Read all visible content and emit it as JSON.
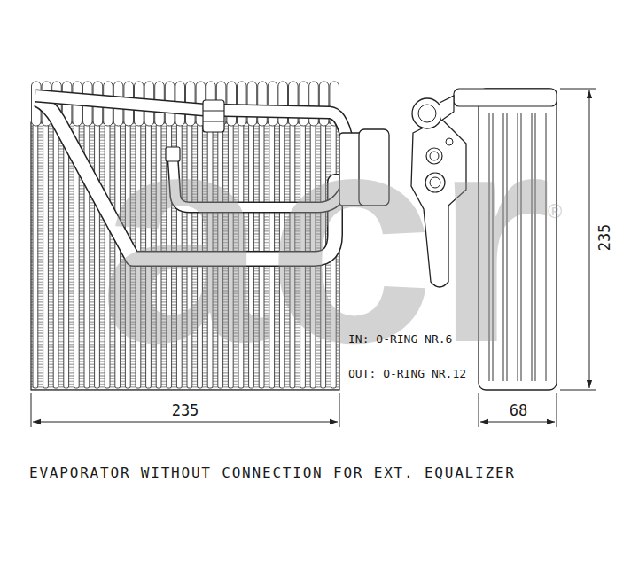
{
  "diagram": {
    "caption": "EVAPORATOR WITHOUT CONNECTION FOR EXT. EQUALIZER",
    "labels": [
      "acr",
      "®",
      "IN: O-RING NR.6",
      "OUT: O-RING NR.12",
      "235",
      "68",
      "235"
    ]
  }
}
